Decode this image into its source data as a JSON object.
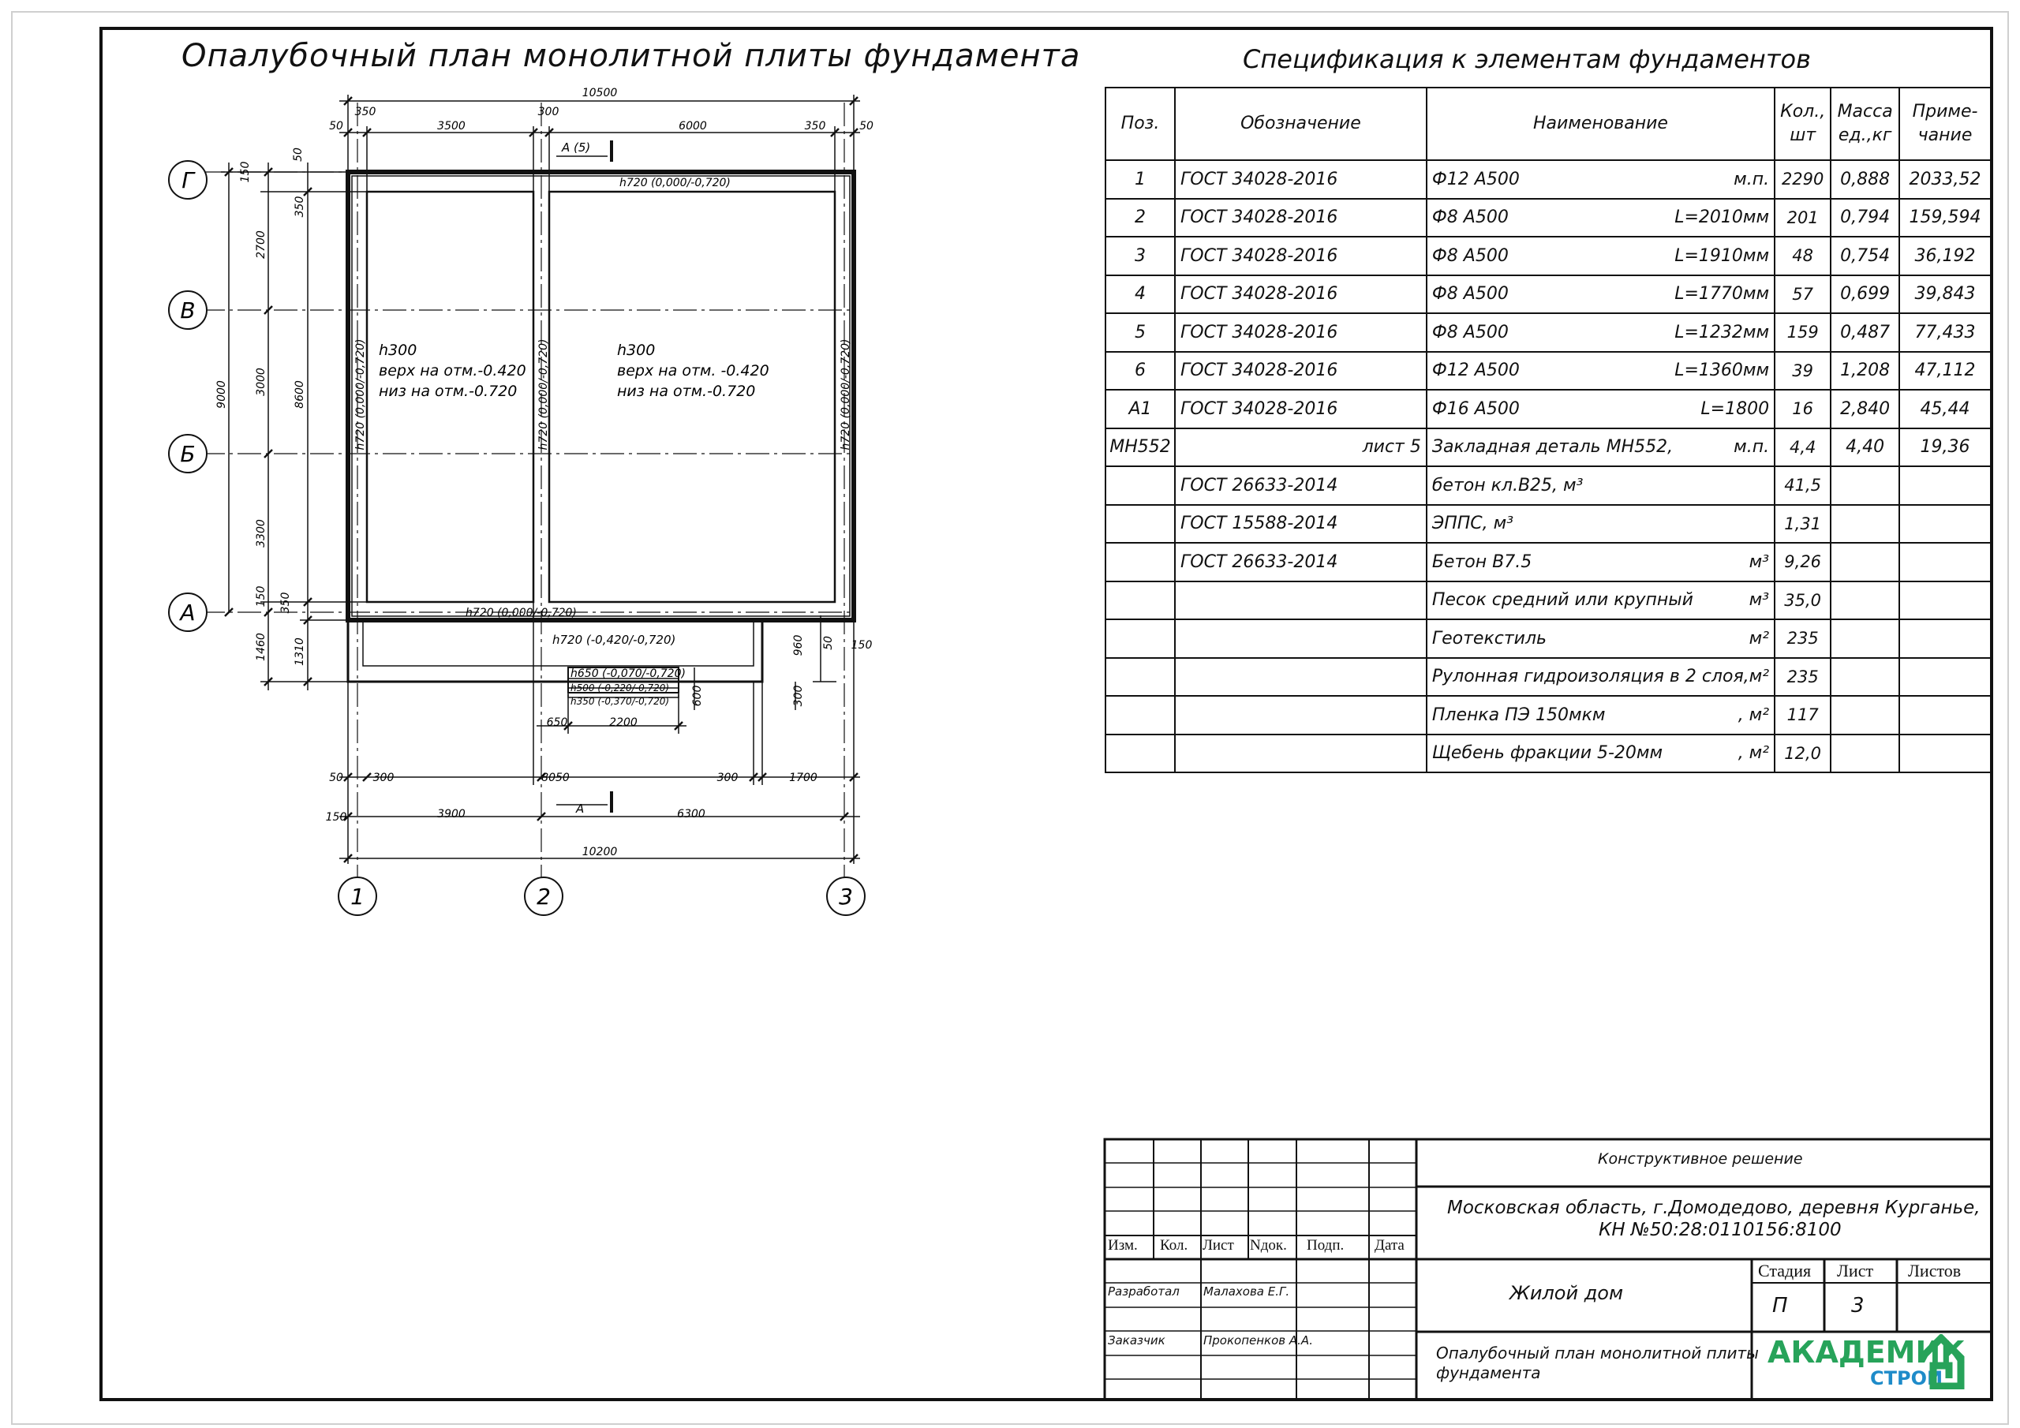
{
  "plan": {
    "title": "Опалубочный план монолитной плиты фундамента",
    "axes_letters": [
      "Г",
      "В",
      "Б",
      "А"
    ],
    "axes_numbers": [
      "1",
      "2",
      "3"
    ],
    "dims_top": [
      "10500",
      "350",
      "300",
      "50",
      "3500",
      "6000",
      "350",
      "50"
    ],
    "dims_left": [
      "150",
      "50",
      "2700",
      "350",
      "9000",
      "3000",
      "8600",
      "3300",
      "150",
      "350",
      "1460",
      "1310"
    ],
    "dims_bottom": [
      "50",
      "300",
      "8050",
      "300",
      "1700",
      "150",
      "3900",
      "6300",
      "10200",
      "650",
      "2200"
    ],
    "dims_right": [
      "50",
      "960",
      "150",
      "300",
      "600"
    ],
    "section_top": "A (5)",
    "section_bottom": "A",
    "h_top": "h720 (0,000/-0,720)",
    "h_bottom": "h720 (0,000/-0,720)",
    "h_left": "h720 (0,000/-0,720)",
    "h_mid": "h720 (0,000/-0,720)",
    "h_right": "h720 (0,000/-0,720)",
    "h_porch": "h720 (-0,420/-0,720)",
    "h_step1": "h650 (-0,070/-0,720)",
    "h_step2": "h500 (-0,220/-0,720)",
    "h_step3": "h350 (-0,370/-0,720)",
    "slab_left": [
      "h300",
      "верх на отм.-0.420",
      "низ на отм.-0.720"
    ],
    "slab_right": [
      "h300",
      "верх на отм. -0.420",
      "низ на отм.-0.720"
    ]
  },
  "spec": {
    "title": "Спецификация к элементам фундаментов",
    "headers": {
      "pos": "Поз.",
      "desig": "Обозначение",
      "name": "Наименование",
      "qty_1": "Кол.,",
      "qty_2": "шт",
      "mass_1": "Масса",
      "mass_2": "ед.,кг",
      "note_1": "Приме-",
      "note_2": "чание"
    },
    "rows": [
      {
        "pos": "1",
        "desig": "ГОСТ 34028-2016",
        "name": "Ф12 А500",
        "extra": "м.п.",
        "qty": "2290",
        "mass": "0,888",
        "note": "2033,52"
      },
      {
        "pos": "2",
        "desig": "ГОСТ 34028-2016",
        "name": "Ф8 А500",
        "extra": "L=2010мм",
        "qty": "201",
        "mass": "0,794",
        "note": "159,594"
      },
      {
        "pos": "3",
        "desig": "ГОСТ 34028-2016",
        "name": "Ф8 А500",
        "extra": "L=1910мм",
        "qty": "48",
        "mass": "0,754",
        "note": "36,192"
      },
      {
        "pos": "4",
        "desig": "ГОСТ 34028-2016",
        "name": "Ф8 А500",
        "extra": "L=1770мм",
        "qty": "57",
        "mass": "0,699",
        "note": "39,843"
      },
      {
        "pos": "5",
        "desig": "ГОСТ 34028-2016",
        "name": "Ф8 А500",
        "extra": "L=1232мм",
        "qty": "159",
        "mass": "0,487",
        "note": "77,433"
      },
      {
        "pos": "6",
        "desig": "ГОСТ 34028-2016",
        "name": "Ф12 А500",
        "extra": "L=1360мм",
        "qty": "39",
        "mass": "1,208",
        "note": "47,112"
      },
      {
        "pos": "А1",
        "desig": "ГОСТ 34028-2016",
        "name": "Ф16 А500",
        "extra": "L=1800",
        "qty": "16",
        "mass": "2,840",
        "note": "45,44"
      },
      {
        "pos": "МН552",
        "desig": "лист 5",
        "name": "Закладная деталь МН552,",
        "extra": "м.п.",
        "qty": "4,4",
        "mass": "4,40",
        "note": "19,36"
      },
      {
        "pos": "",
        "desig": "ГОСТ 26633-2014",
        "name": "бетон кл.В25, м³",
        "extra": "",
        "qty": "41,5",
        "mass": "",
        "note": ""
      },
      {
        "pos": "",
        "desig": "ГОСТ 15588-2014",
        "name": "ЭППС, м³",
        "extra": "",
        "qty": "1,31",
        "mass": "",
        "note": ""
      },
      {
        "pos": "",
        "desig": "ГОСТ 26633-2014",
        "name": "Бетон В7.5",
        "extra": "м³",
        "qty": "9,26",
        "mass": "",
        "note": ""
      },
      {
        "pos": "",
        "desig": "",
        "name": "Песок средний или крупный",
        "extra": "м³",
        "qty": "35,0",
        "mass": "",
        "note": ""
      },
      {
        "pos": "",
        "desig": "",
        "name": "Геотекстиль",
        "extra": "м²",
        "qty": "235",
        "mass": "",
        "note": ""
      },
      {
        "pos": "",
        "desig": "",
        "name": "Рулонная гидроизоляция в 2 слоя,",
        "extra": "м²",
        "qty": "235",
        "mass": "",
        "note": ""
      },
      {
        "pos": "",
        "desig": "",
        "name": "Пленка ПЭ 150мкм",
        "extra": ", м²",
        "qty": "117",
        "mass": "",
        "note": ""
      },
      {
        "pos": "",
        "desig": "",
        "name": "Щебень фракции 5-20мм",
        "extra": ", м²",
        "qty": "12,0",
        "mass": "",
        "note": ""
      }
    ]
  },
  "stamp": {
    "col_headers": [
      "Изм.",
      "Кол.",
      "Лист",
      "Nдок.",
      "Подп.",
      "Дата"
    ],
    "developed_label": "Разработал",
    "developed_name": "Малахова Е.Г.",
    "customer_label": "Заказчик",
    "customer_name": "Прокопенков А.А.",
    "section": "Конструктивное решение",
    "address_1": "Московская область, г.Домодедово, деревня Курганье,",
    "address_2": "КН №50:28:0110156:8100",
    "object": "Жилой дом",
    "stage_label": "Стадия",
    "sheet_label": "Лист",
    "sheets_label": "Листов",
    "stage": "П",
    "sheet": "3",
    "sheets": "",
    "drawing_1": "Опалубочный план монолитной плиты",
    "drawing_2": "фундамента",
    "logo_main": "АКАДЕМИК",
    "logo_sub": "СТРОЙ",
    "logo_colors": {
      "green": "#27a35a",
      "blue": "#1e8bc9"
    }
  }
}
